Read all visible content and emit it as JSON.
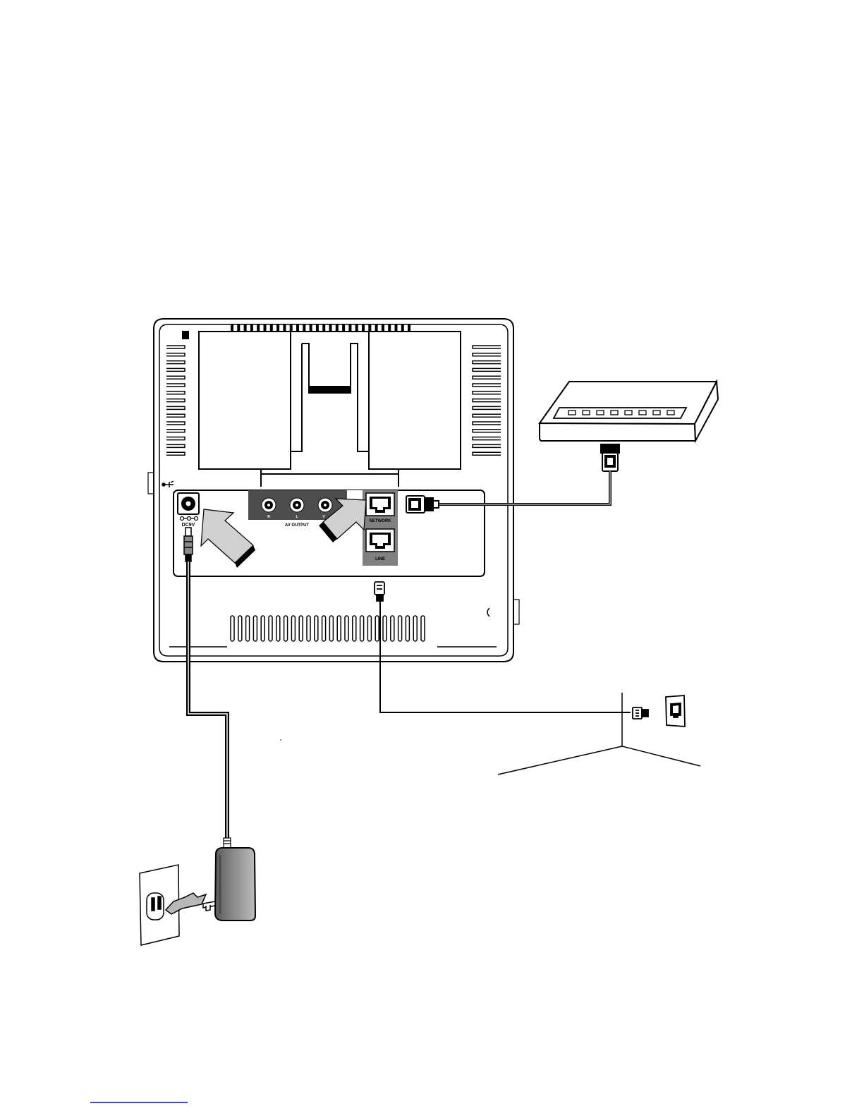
{
  "labels": {
    "power_jack": "DC9V",
    "av_output": "AV OUTPUT",
    "av_jack_r": "R",
    "av_jack_l": "L",
    "av_jack_v": "V",
    "network_port": "NETWORK",
    "line_port": "LINE"
  },
  "colors": {
    "line": "#000000",
    "panel_dark": "#4d4d4d",
    "panel_mid": "#808080",
    "arrow_fill": "#d0d0d0",
    "adapter_dark": "#6e6e6e",
    "adapter_light": "#a6a6a6",
    "footer_link": "#0000ff"
  },
  "icons": {
    "usb": "usb-icon",
    "handset": "handset-icon"
  }
}
